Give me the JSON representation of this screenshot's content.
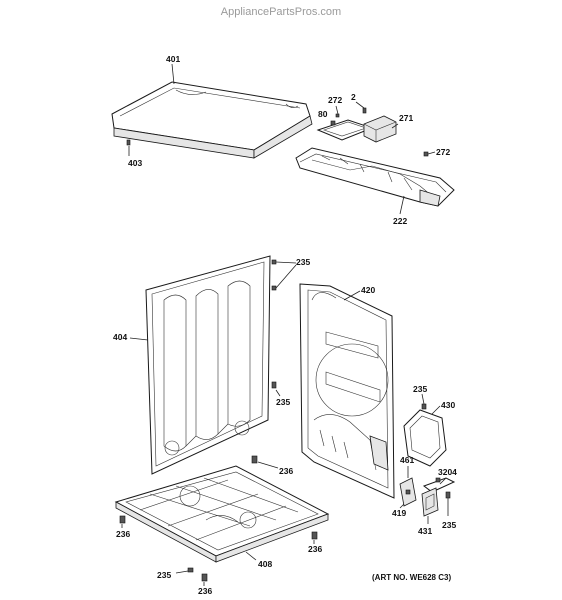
{
  "watermark": "AppliancePartsPros.com",
  "art_number": "(ART NO. WE628 C3)",
  "callouts": {
    "c401": "401",
    "c403": "403",
    "c272a": "272",
    "c2": "2",
    "c80": "80",
    "c271": "271",
    "c272b": "272",
    "c222": "222",
    "c235a": "235",
    "c420": "420",
    "c404": "404",
    "c235b": "235",
    "c235c": "235",
    "c430": "430",
    "c236a": "236",
    "c461": "461",
    "c3204": "3204",
    "c419": "419",
    "c431": "431",
    "c235d": "235",
    "c236b": "236",
    "c236c": "236",
    "c408": "408",
    "c235e": "235",
    "c236d": "236"
  }
}
